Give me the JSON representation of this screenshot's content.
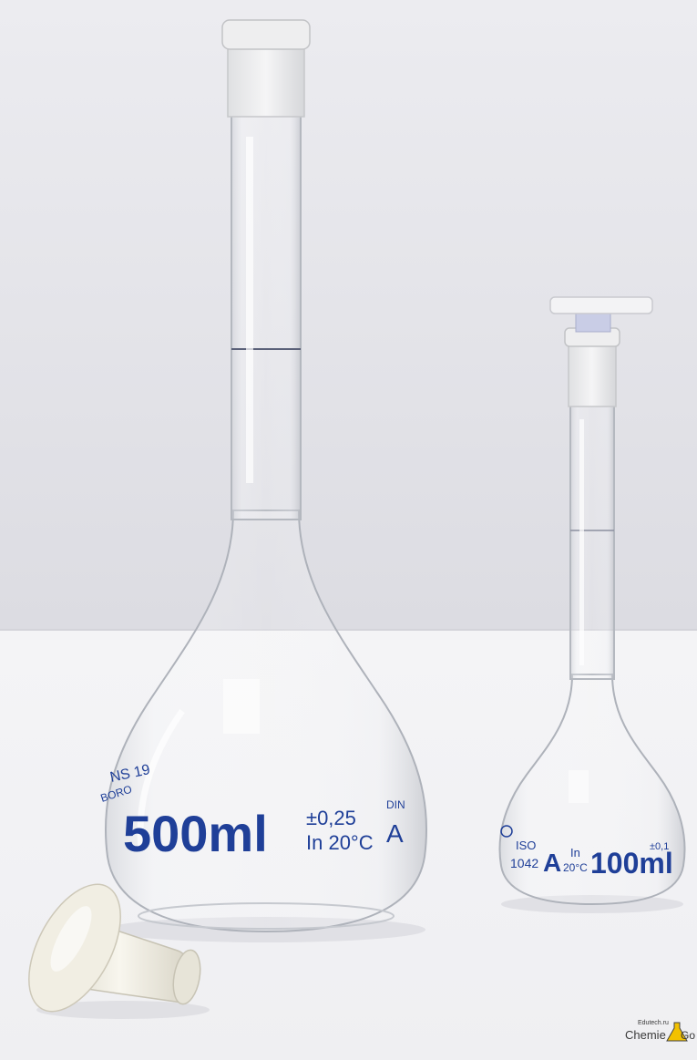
{
  "photo": {
    "background_wall_color": "#e2e2e7",
    "table_color": "#f2f2f4",
    "print_color": "#1f3f98"
  },
  "large_flask": {
    "capacity_label": "500ml",
    "tolerance_label": "±0,25",
    "calibration_label": "In 20°C",
    "class_label": "A",
    "standard_label": "DIN",
    "joint_label": "NS 19",
    "brand_label": "BORO"
  },
  "small_flask": {
    "capacity_label": "100ml",
    "tolerance_label": "±0,1",
    "class_label": "A",
    "calibration_in_label": "In",
    "calibration_temp_label": "20°C",
    "standard_label": "ISO",
    "iso_number_label": "1042"
  },
  "watermark": {
    "line1": "Edutech.ru",
    "line2": "Chemie",
    "line3": "Go"
  }
}
